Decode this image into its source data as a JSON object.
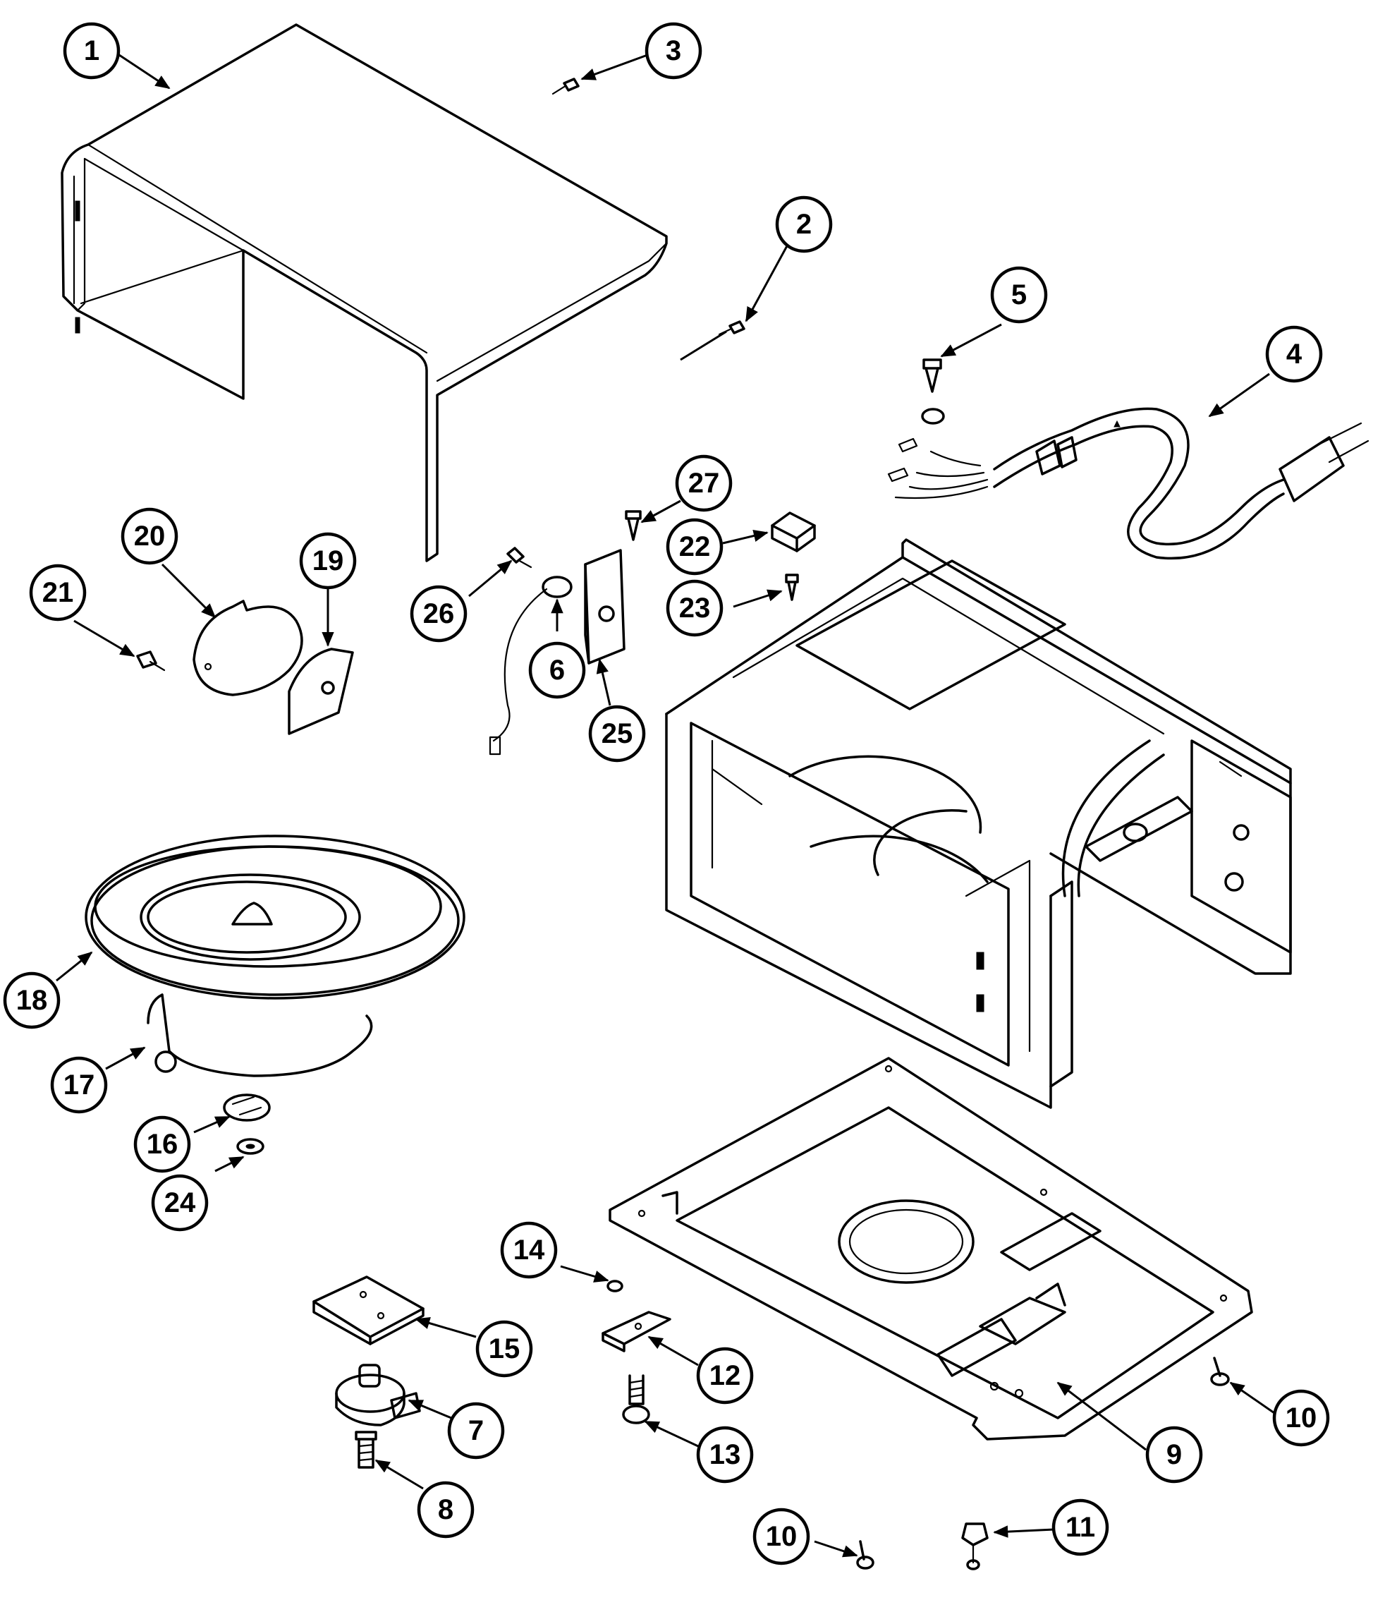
{
  "callouts": [
    {
      "id": "1",
      "label": "1"
    },
    {
      "id": "2",
      "label": "2"
    },
    {
      "id": "3",
      "label": "3"
    },
    {
      "id": "4",
      "label": "4"
    },
    {
      "id": "5",
      "label": "5"
    },
    {
      "id": "6",
      "label": "6"
    },
    {
      "id": "7",
      "label": "7"
    },
    {
      "id": "8",
      "label": "8"
    },
    {
      "id": "9",
      "label": "9"
    },
    {
      "id": "10a",
      "label": "10"
    },
    {
      "id": "10b",
      "label": "10"
    },
    {
      "id": "11",
      "label": "11"
    },
    {
      "id": "12",
      "label": "12"
    },
    {
      "id": "13",
      "label": "13"
    },
    {
      "id": "14",
      "label": "14"
    },
    {
      "id": "15",
      "label": "15"
    },
    {
      "id": "16",
      "label": "16"
    },
    {
      "id": "17",
      "label": "17"
    },
    {
      "id": "18",
      "label": "18"
    },
    {
      "id": "19",
      "label": "19"
    },
    {
      "id": "20",
      "label": "20"
    },
    {
      "id": "21",
      "label": "21"
    },
    {
      "id": "22",
      "label": "22"
    },
    {
      "id": "23",
      "label": "23"
    },
    {
      "id": "24",
      "label": "24"
    },
    {
      "id": "25",
      "label": "25"
    },
    {
      "id": "26",
      "label": "26"
    },
    {
      "id": "27",
      "label": "27"
    }
  ]
}
